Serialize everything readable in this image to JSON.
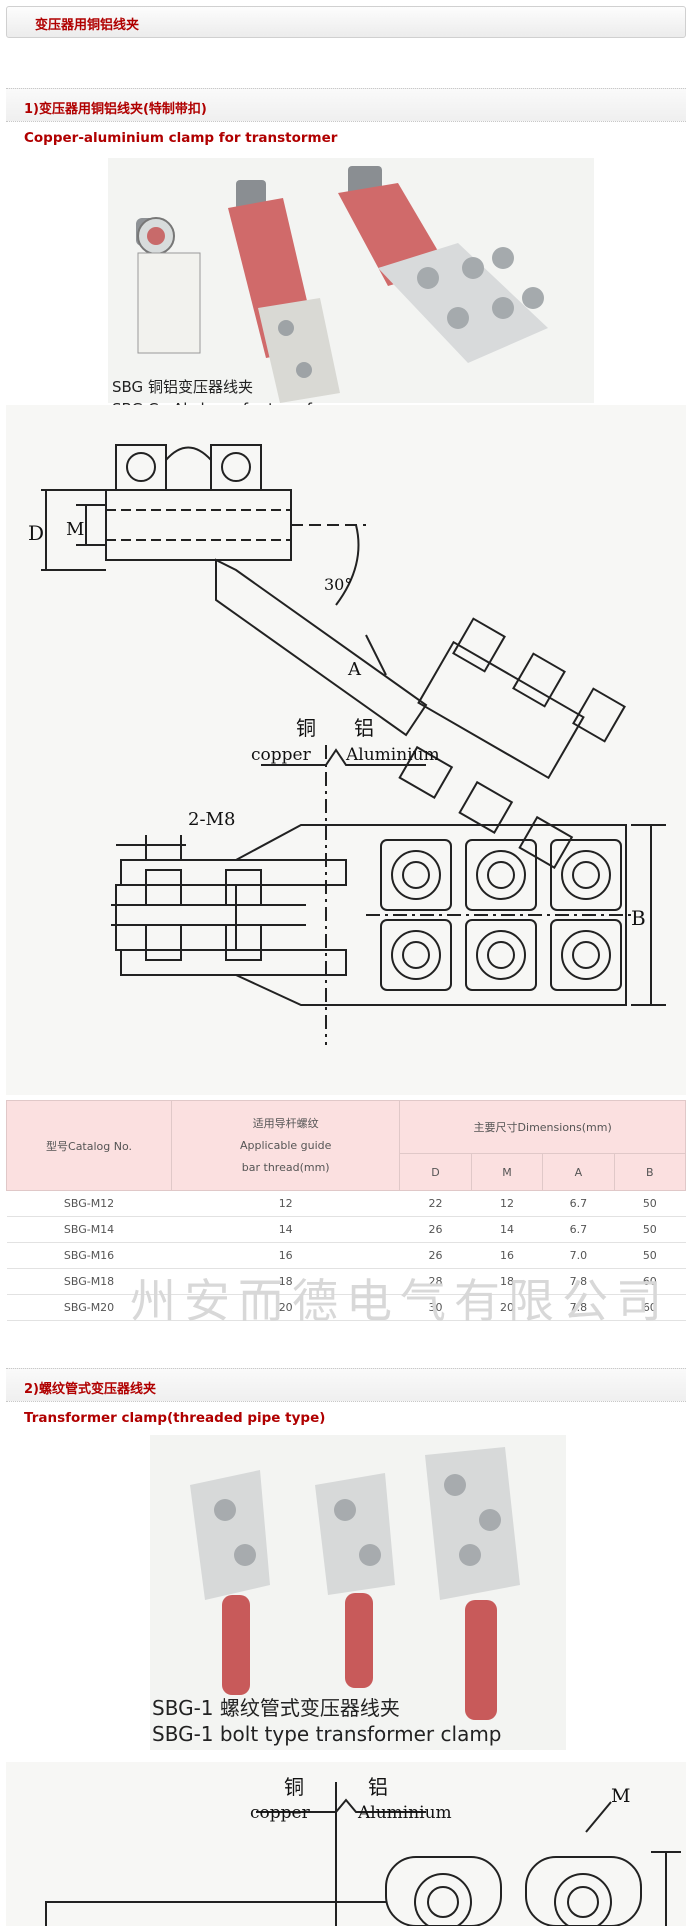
{
  "header": {
    "title": "变压器用铜铝线夹"
  },
  "section1": {
    "heading": "1)变压器用铜铝线夹(特制带扣)",
    "subtitle": "Copper-aluminium clamp for transtormer",
    "caption_cn": "SBG 铜铝变压器线夹",
    "caption_en": "SBG Cu-Al  clamp for transformer",
    "drawing": {
      "label_D": "D",
      "label_M": "M",
      "label_angle": "30°",
      "label_A": "A",
      "label_cu_cn": "铜",
      "label_al_cn": "铝",
      "label_copper": "copper",
      "label_aluminium": "Aluminium",
      "label_bolts": "2-M8",
      "label_B": "B"
    },
    "table": {
      "col_catalog": "型号Catalog No.",
      "col_thread_l1": "适用导杆螺纹",
      "col_thread_l2": "Applicable guide",
      "col_thread_l3": "bar thread(mm)",
      "col_dims": "主要尺寸Dimensions(mm)",
      "sub_D": "D",
      "sub_M": "M",
      "sub_A": "A",
      "sub_B": "B",
      "rows": [
        [
          "SBG-M12",
          "12",
          "22",
          "12",
          "6.7",
          "50"
        ],
        [
          "SBG-M14",
          "14",
          "26",
          "14",
          "6.7",
          "50"
        ],
        [
          "SBG-M16",
          "16",
          "26",
          "16",
          "7.0",
          "50"
        ],
        [
          "SBG-M18",
          "18",
          "28",
          "18",
          "7.8",
          "60"
        ],
        [
          "SBG-M20",
          "20",
          "30",
          "20",
          "7.8",
          "60"
        ]
      ]
    },
    "watermark": "州安而德电气有限公司"
  },
  "section2": {
    "heading": "2)螺纹管式变压器线夹",
    "subtitle": "Transformer clamp(threaded pipe type)",
    "caption_cn": "SBG-1 螺纹管式变压器线夹",
    "caption_en": "SBG-1 bolt type transformer clamp",
    "drawing": {
      "label_cu_cn": "铜",
      "label_al_cn": "铝",
      "label_copper": "copper",
      "label_aluminium": "Aluminium",
      "label_M": "M"
    }
  },
  "colors": {
    "accent": "#b00000",
    "table_header": "#fbe0e0",
    "copper": "#c85a5a",
    "aluminium": "#c8cfd2"
  }
}
